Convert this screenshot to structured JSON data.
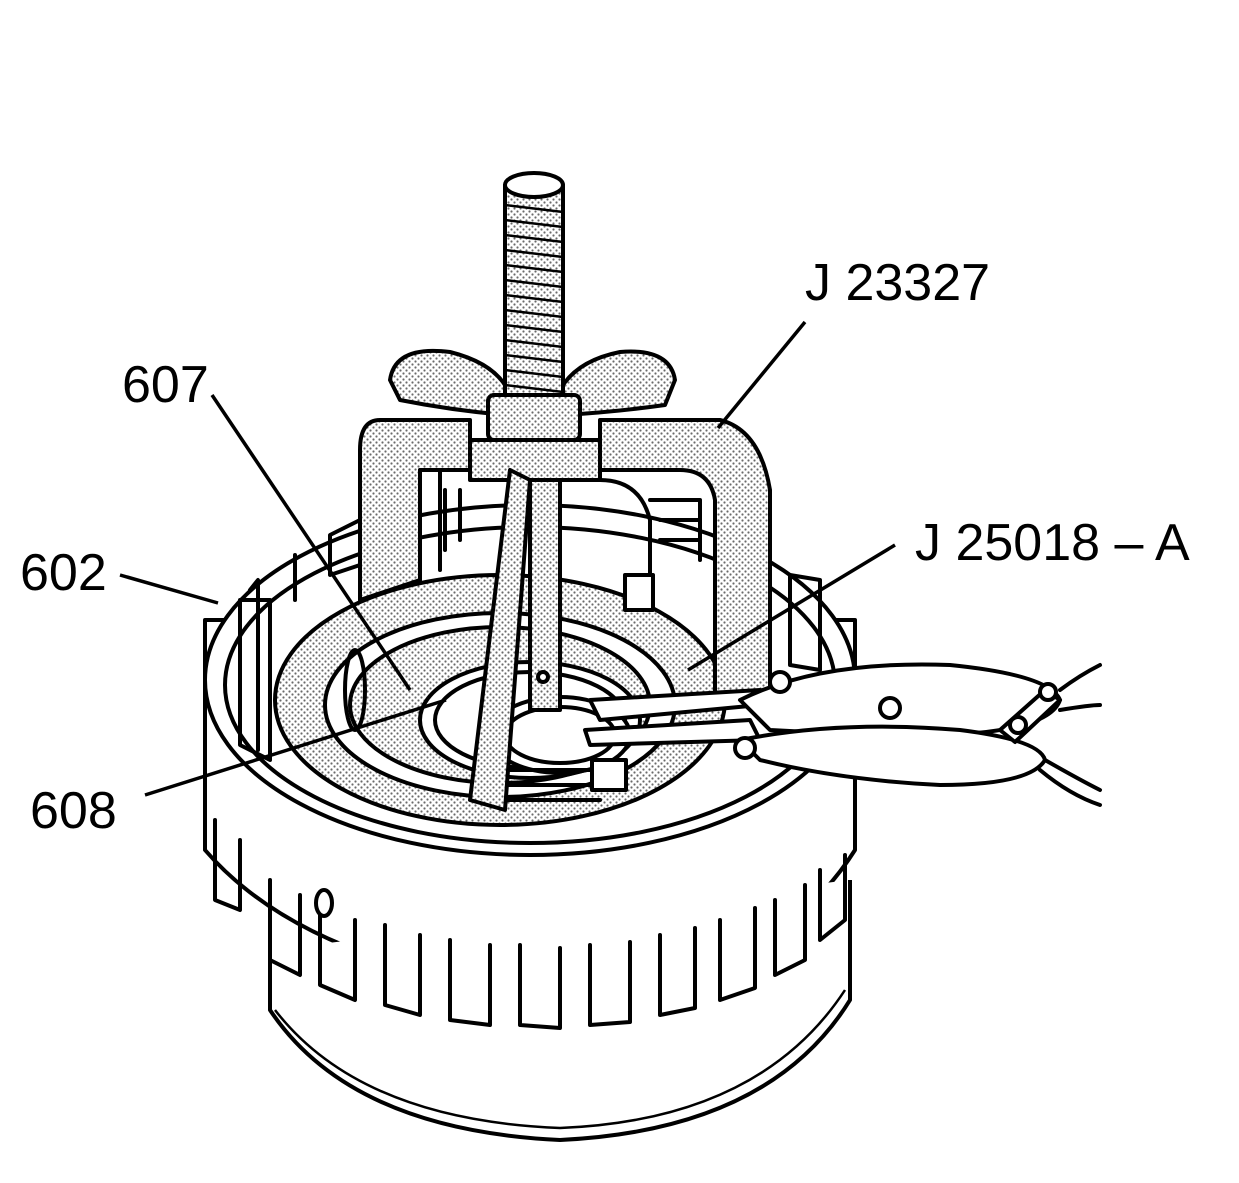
{
  "callouts": {
    "j23327": "J 23327",
    "j25018a": "J 25018 – A",
    "p607": "607",
    "p602": "602",
    "p608": "608"
  },
  "colors": {
    "ink": "#000000",
    "paper": "#ffffff",
    "stipple": "#7a7a7a"
  }
}
